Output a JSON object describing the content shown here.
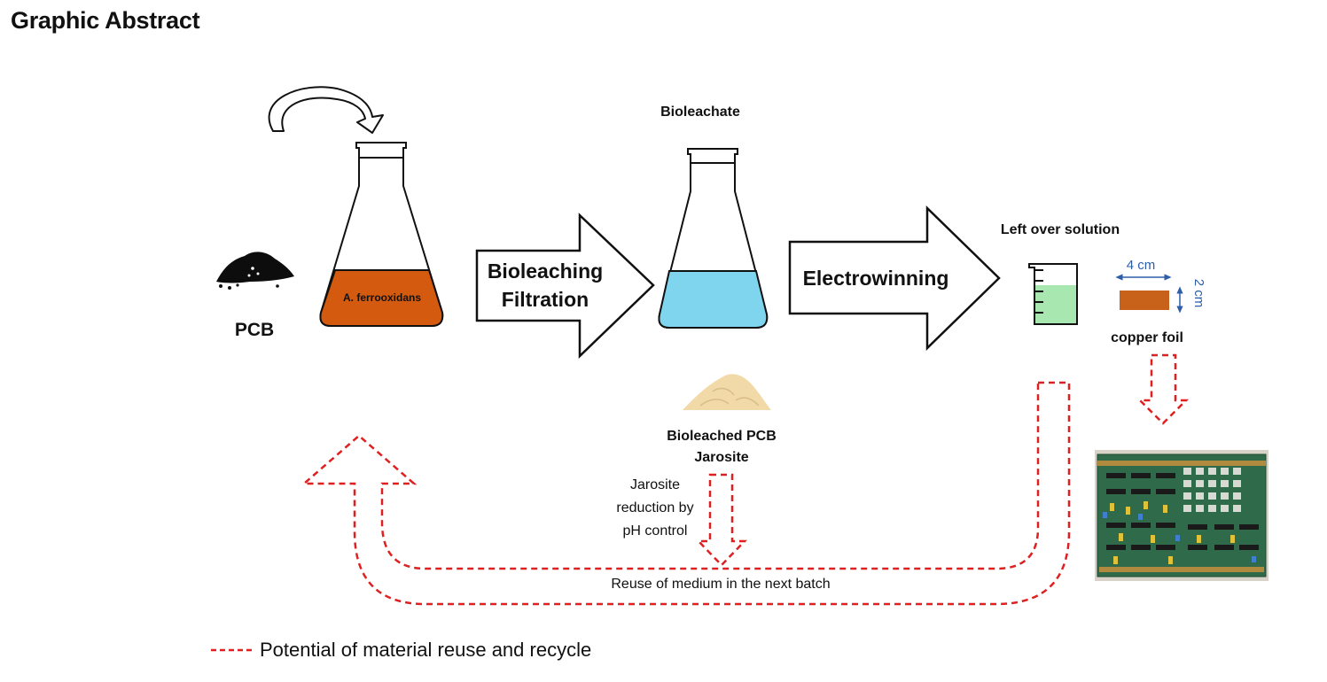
{
  "heading": "Graphic Abstract",
  "labels": {
    "pcb": "PCB",
    "culture": "A. ferrooxidans",
    "bioleachate": "Bioleachate",
    "step1_line1": "Bioleaching",
    "step1_line2": "Filtration",
    "step2": "Electrowinning",
    "leftover": "Left over solution",
    "width_dim": "4 cm",
    "height_dim": "2 cm",
    "copper_foil": "copper foil",
    "residue_line1": "Bioleached PCB",
    "residue_line2": "Jarosite",
    "jarosite_line1": "Jarosite",
    "jarosite_line2": "reduction by",
    "jarosite_line3": "pH control",
    "reuse": "Reuse of medium in the next batch",
    "legend": "Potential of material reuse and recycle"
  },
  "colors": {
    "culture_fill": "#d35a0e",
    "bioleachate_fill": "#7fd4ee",
    "leftover_fill": "#a8e8b0",
    "copper_foil": "#c8621a",
    "recycle_dash": "#e02020",
    "dimension_arrow": "#2e5ea8",
    "jarosite_fill": "#f1d9a8",
    "board_green": "#2f6b4a"
  }
}
